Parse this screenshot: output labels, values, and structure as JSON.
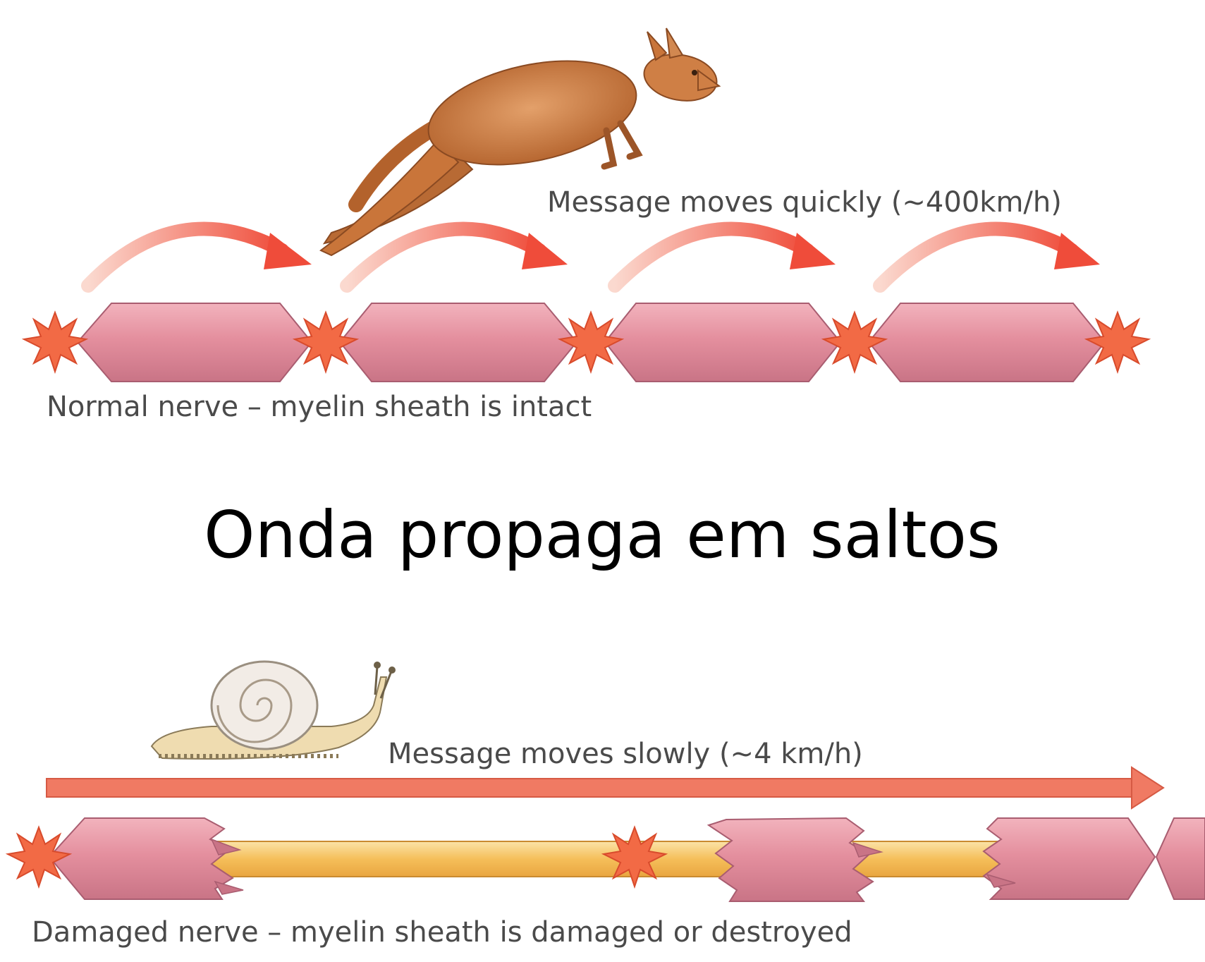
{
  "top_panel": {
    "speed_label": "Message moves quickly (~400km/h)",
    "caption": "Normal nerve – myelin sheath is intact",
    "animal_icon": "kangaroo-icon"
  },
  "title": "Onda propaga em saltos",
  "bottom_panel": {
    "speed_label": "Message moves slowly (~4 km/h)",
    "caption": "Damaged nerve – myelin sheath is damaged or destroyed",
    "animal_icon": "snail-icon"
  },
  "colors": {
    "myelin": "#e89aa6",
    "myelin_dark": "#b8677a",
    "node_burst": "#f26a45",
    "arrow": "#f07a63",
    "axon": "#f7c66a",
    "kangaroo": "#c9753a",
    "snail": "#efdcb0"
  }
}
